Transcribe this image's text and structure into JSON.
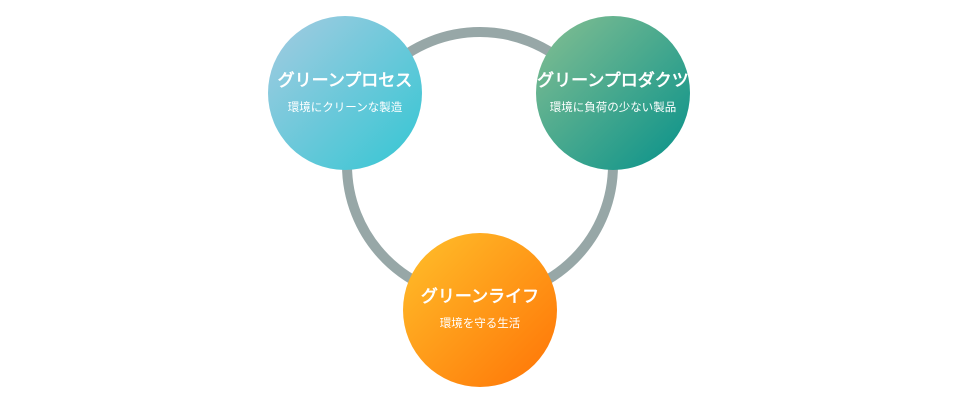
{
  "nodes": [
    {
      "id": "process",
      "title": "グリーンプロセス",
      "subtitle": "環境にクリーンな製造",
      "color_start": "#a5cbe1",
      "color_end": "#33c6d3"
    },
    {
      "id": "product",
      "title": "グリーンプロダクツ",
      "subtitle": "環境に負荷の少ない製品",
      "color_start": "#86bf92",
      "color_end": "#06918a"
    },
    {
      "id": "life",
      "title": "グリーンライフ",
      "subtitle": "環境を守る生活",
      "color_start": "#ffc02b",
      "color_end": "#ff7306"
    }
  ],
  "ring": {
    "color": "#97a7a7"
  }
}
